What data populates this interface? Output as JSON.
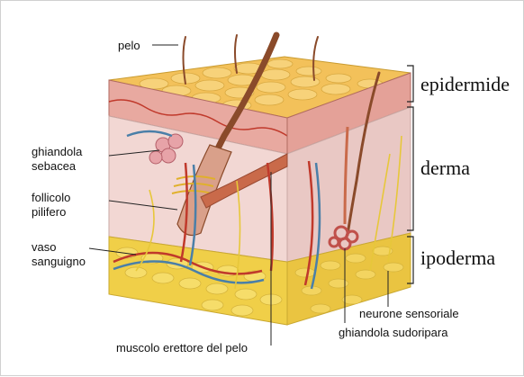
{
  "labels": {
    "pelo": "pelo",
    "ghiandola_sebacea_1": "ghiandola",
    "ghiandola_sebacea_2": "sebacea",
    "follicolo_1": "follicolo",
    "follicolo_2": "pilifero",
    "vaso_1": "vaso",
    "vaso_2": "sanguigno",
    "muscolo": "muscolo erettore del pelo",
    "neurone": "neurone sensoriale",
    "sudoripara": "ghiandola sudoripara"
  },
  "layers": {
    "epidermide": "epidermide",
    "derma": "derma",
    "ipoderma": "ipoderma"
  },
  "colors": {
    "surface": "#f3c15a",
    "epidermis": "#e8a9a0",
    "dermis": "#f2d7d3",
    "dermis_side": "#e9c8c4",
    "hypodermis": "#f0cf48",
    "hair": "#8a4a2a",
    "muscle": "#c96a4a",
    "vessel_red": "#c0392b",
    "vessel_blue": "#4a7fa8",
    "nerve": "#e7c73a"
  }
}
